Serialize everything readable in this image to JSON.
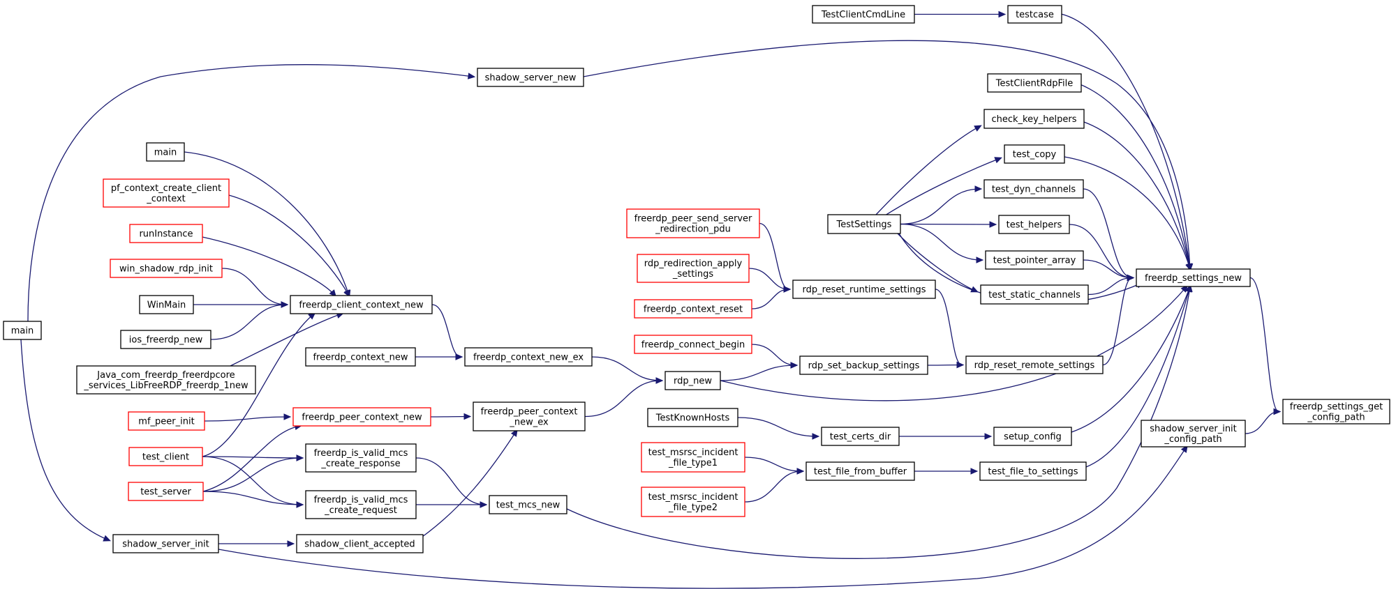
{
  "colors": {
    "edge": "#191970",
    "border_normal": "#000000",
    "border_truncated": "#ff0000",
    "fill_normal": "#ffffff",
    "fill_focus": "#bfbfbf"
  },
  "nodes": [
    {
      "id": "target",
      "lines": [
        "freerdp_settings_get",
        "_config_path"
      ],
      "style": "focus"
    },
    {
      "id": "settings_new",
      "lines": [
        "freerdp_settings_new"
      ],
      "style": "normal"
    },
    {
      "id": "shadow_init_cfg",
      "lines": [
        "shadow_server_init",
        "_config_path"
      ],
      "style": "normal"
    },
    {
      "id": "testcase",
      "lines": [
        "testcase"
      ],
      "style": "normal"
    },
    {
      "id": "cmdline",
      "lines": [
        "TestClientCmdLine"
      ],
      "style": "normal"
    },
    {
      "id": "shadow_server_new",
      "lines": [
        "shadow_server_new"
      ],
      "style": "normal"
    },
    {
      "id": "rdpfile",
      "lines": [
        "TestClientRdpFile"
      ],
      "style": "normal"
    },
    {
      "id": "check_key",
      "lines": [
        "check_key_helpers"
      ],
      "style": "normal"
    },
    {
      "id": "test_copy",
      "lines": [
        "test_copy"
      ],
      "style": "normal"
    },
    {
      "id": "test_dyn",
      "lines": [
        "test_dyn_channels"
      ],
      "style": "normal"
    },
    {
      "id": "test_helpers",
      "lines": [
        "test_helpers"
      ],
      "style": "normal"
    },
    {
      "id": "test_pointer",
      "lines": [
        "test_pointer_array"
      ],
      "style": "normal"
    },
    {
      "id": "test_static",
      "lines": [
        "test_static_channels"
      ],
      "style": "normal"
    },
    {
      "id": "testsettings",
      "lines": [
        "TestSettings"
      ],
      "style": "normal"
    },
    {
      "id": "rdp_reset_remote",
      "lines": [
        "rdp_reset_remote_settings"
      ],
      "style": "normal"
    },
    {
      "id": "rdp_reset_runtime",
      "lines": [
        "rdp_reset_runtime_settings"
      ],
      "style": "normal"
    },
    {
      "id": "rdp_set_backup",
      "lines": [
        "rdp_set_backup_settings"
      ],
      "style": "normal"
    },
    {
      "id": "rdp_new",
      "lines": [
        "rdp_new"
      ],
      "style": "normal"
    },
    {
      "id": "setup_config",
      "lines": [
        "setup_config"
      ],
      "style": "normal"
    },
    {
      "id": "test_certs_dir",
      "lines": [
        "test_certs_dir"
      ],
      "style": "normal"
    },
    {
      "id": "knownhosts",
      "lines": [
        "TestKnownHosts"
      ],
      "style": "normal"
    },
    {
      "id": "test_file_to_settings",
      "lines": [
        "test_file_to_settings"
      ],
      "style": "normal"
    },
    {
      "id": "test_file_from_buffer",
      "lines": [
        "test_file_from_buffer"
      ],
      "style": "normal"
    },
    {
      "id": "msrsc1",
      "lines": [
        "test_msrsc_incident",
        "_file_type1"
      ],
      "style": "truncated"
    },
    {
      "id": "msrsc2",
      "lines": [
        "test_msrsc_incident",
        "_file_type2"
      ],
      "style": "truncated"
    },
    {
      "id": "peer_send_redir",
      "lines": [
        "freerdp_peer_send_server",
        "_redirection_pdu"
      ],
      "style": "truncated"
    },
    {
      "id": "redir_apply",
      "lines": [
        "rdp_redirection_apply",
        "_settings"
      ],
      "style": "truncated"
    },
    {
      "id": "context_reset",
      "lines": [
        "freerdp_context_reset"
      ],
      "style": "truncated"
    },
    {
      "id": "connect_begin",
      "lines": [
        "freerdp_connect_begin"
      ],
      "style": "truncated"
    },
    {
      "id": "context_new_ex",
      "lines": [
        "freerdp_context_new_ex"
      ],
      "style": "normal"
    },
    {
      "id": "context_new",
      "lines": [
        "freerdp_context_new"
      ],
      "style": "normal"
    },
    {
      "id": "peer_context_new_ex",
      "lines": [
        "freerdp_peer_context",
        "_new_ex"
      ],
      "style": "normal"
    },
    {
      "id": "client_context_new",
      "lines": [
        "freerdp_client_context_new"
      ],
      "style": "normal"
    },
    {
      "id": "main_a",
      "lines": [
        "main"
      ],
      "style": "normal"
    },
    {
      "id": "pf_ctx",
      "lines": [
        "pf_context_create_client",
        "_context"
      ],
      "style": "truncated"
    },
    {
      "id": "runinstance",
      "lines": [
        "runInstance"
      ],
      "style": "truncated"
    },
    {
      "id": "win_shadow",
      "lines": [
        "win_shadow_rdp_init"
      ],
      "style": "truncated"
    },
    {
      "id": "winmain",
      "lines": [
        "WinMain"
      ],
      "style": "normal"
    },
    {
      "id": "ios_new",
      "lines": [
        "ios_freerdp_new"
      ],
      "style": "normal"
    },
    {
      "id": "java_new",
      "lines": [
        "Java_com_freerdp_freerdpcore",
        "_services_LibFreeRDP_freerdp_1new"
      ],
      "style": "normal"
    },
    {
      "id": "mf_peer",
      "lines": [
        "mf_peer_init"
      ],
      "style": "truncated"
    },
    {
      "id": "peer_context_new",
      "lines": [
        "freerdp_peer_context_new"
      ],
      "style": "truncated"
    },
    {
      "id": "test_client",
      "lines": [
        "test_client"
      ],
      "style": "truncated"
    },
    {
      "id": "test_server",
      "lines": [
        "test_server"
      ],
      "style": "truncated"
    },
    {
      "id": "valid_resp",
      "lines": [
        "freerdp_is_valid_mcs",
        "_create_response"
      ],
      "style": "normal"
    },
    {
      "id": "valid_req",
      "lines": [
        "freerdp_is_valid_mcs",
        "_create_request"
      ],
      "style": "normal"
    },
    {
      "id": "test_mcs_new",
      "lines": [
        "test_mcs_new"
      ],
      "style": "normal"
    },
    {
      "id": "shadow_server_init",
      "lines": [
        "shadow_server_init"
      ],
      "style": "normal"
    },
    {
      "id": "shadow_client_accepted",
      "lines": [
        "shadow_client_accepted"
      ],
      "style": "normal"
    },
    {
      "id": "main_b",
      "lines": [
        "main"
      ],
      "style": "normal"
    }
  ],
  "edges": [
    [
      "settings_new",
      "target"
    ],
    [
      "shadow_init_cfg",
      "target"
    ],
    [
      "testcase",
      "settings_new"
    ],
    [
      "cmdline",
      "testcase"
    ],
    [
      "shadow_server_new",
      "settings_new"
    ],
    [
      "main_b",
      "shadow_server_new"
    ],
    [
      "rdpfile",
      "settings_new"
    ],
    [
      "check_key",
      "settings_new"
    ],
    [
      "test_copy",
      "settings_new"
    ],
    [
      "test_dyn",
      "settings_new"
    ],
    [
      "test_helpers",
      "settings_new"
    ],
    [
      "test_pointer",
      "settings_new"
    ],
    [
      "test_static",
      "settings_new"
    ],
    [
      "testsettings",
      "settings_new"
    ],
    [
      "testsettings",
      "check_key"
    ],
    [
      "testsettings",
      "test_copy"
    ],
    [
      "testsettings",
      "test_dyn"
    ],
    [
      "testsettings",
      "test_helpers"
    ],
    [
      "testsettings",
      "test_pointer"
    ],
    [
      "testsettings",
      "test_static"
    ],
    [
      "rdp_reset_remote",
      "settings_new"
    ],
    [
      "rdp_reset_runtime",
      "rdp_reset_remote"
    ],
    [
      "rdp_set_backup",
      "rdp_reset_remote"
    ],
    [
      "rdp_new",
      "settings_new"
    ],
    [
      "rdp_new",
      "rdp_set_backup"
    ],
    [
      "setup_config",
      "settings_new"
    ],
    [
      "test_certs_dir",
      "setup_config"
    ],
    [
      "knownhosts",
      "test_certs_dir"
    ],
    [
      "test_file_to_settings",
      "settings_new"
    ],
    [
      "test_file_from_buffer",
      "test_file_to_settings"
    ],
    [
      "msrsc1",
      "test_file_from_buffer"
    ],
    [
      "msrsc2",
      "test_file_from_buffer"
    ],
    [
      "peer_send_redir",
      "rdp_reset_runtime"
    ],
    [
      "redir_apply",
      "rdp_reset_runtime"
    ],
    [
      "context_reset",
      "rdp_reset_runtime"
    ],
    [
      "connect_begin",
      "rdp_set_backup"
    ],
    [
      "context_new_ex",
      "rdp_new"
    ],
    [
      "context_new",
      "context_new_ex"
    ],
    [
      "peer_context_new_ex",
      "rdp_new"
    ],
    [
      "client_context_new",
      "context_new_ex"
    ],
    [
      "main_a",
      "client_context_new"
    ],
    [
      "pf_ctx",
      "client_context_new"
    ],
    [
      "runinstance",
      "client_context_new"
    ],
    [
      "win_shadow",
      "client_context_new"
    ],
    [
      "winmain",
      "client_context_new"
    ],
    [
      "ios_new",
      "client_context_new"
    ],
    [
      "java_new",
      "client_context_new"
    ],
    [
      "test_client",
      "client_context_new"
    ],
    [
      "mf_peer",
      "peer_context_new"
    ],
    [
      "peer_context_new",
      "peer_context_new_ex"
    ],
    [
      "test_client",
      "valid_resp"
    ],
    [
      "test_client",
      "valid_req"
    ],
    [
      "test_server",
      "valid_resp"
    ],
    [
      "test_server",
      "valid_req"
    ],
    [
      "test_server",
      "peer_context_new"
    ],
    [
      "valid_resp",
      "test_mcs_new"
    ],
    [
      "valid_req",
      "test_mcs_new"
    ],
    [
      "test_mcs_new",
      "settings_new"
    ],
    [
      "shadow_server_init",
      "shadow_client_accepted"
    ],
    [
      "shadow_client_accepted",
      "peer_context_new_ex"
    ],
    [
      "shadow_server_init",
      "shadow_init_cfg"
    ],
    [
      "main_b",
      "shadow_server_init"
    ]
  ]
}
